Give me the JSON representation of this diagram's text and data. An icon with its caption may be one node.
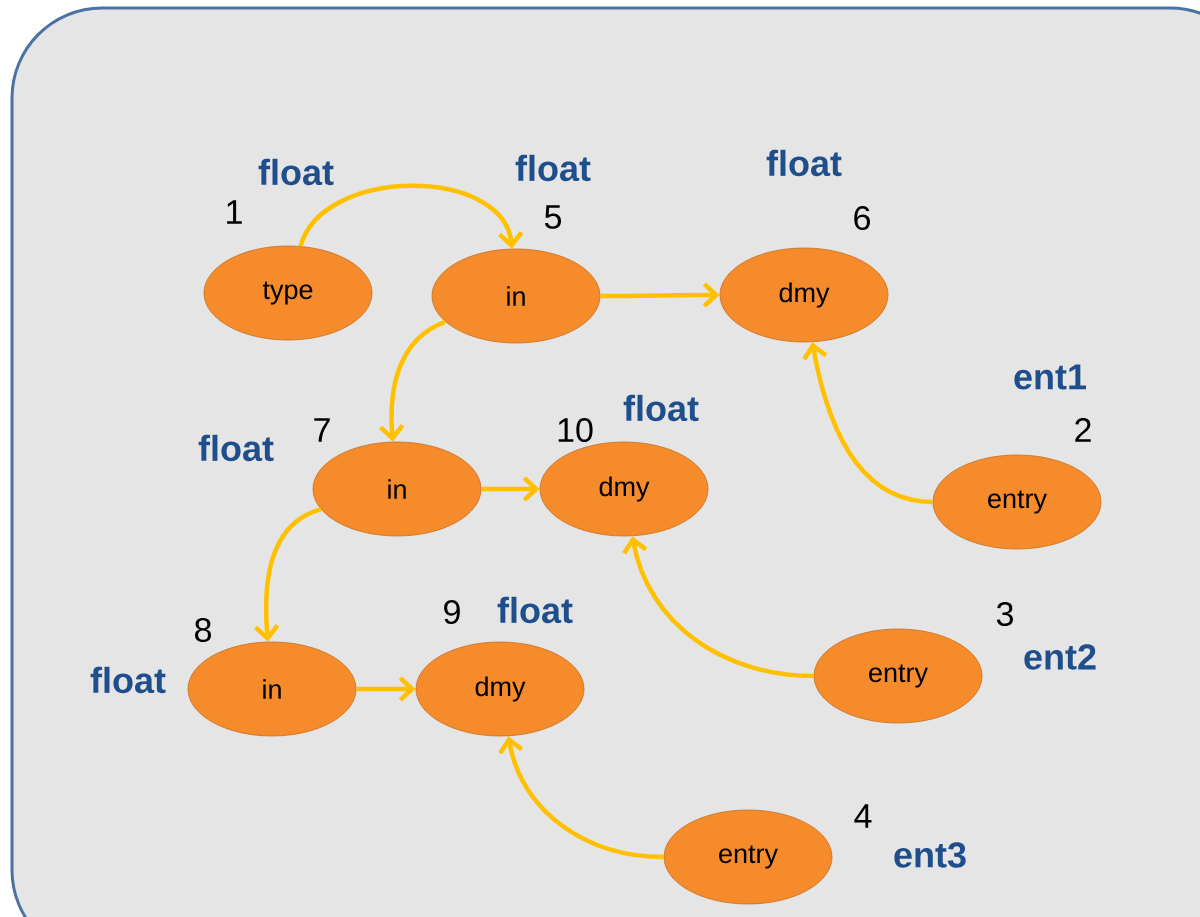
{
  "diagram": {
    "nodes": [
      {
        "text": [
          "type"
        ],
        "beside": [
          "1",
          "float"
        ]
      },
      {
        "text": [
          "in"
        ],
        "beside": [
          "5",
          "float"
        ]
      },
      {
        "text": [
          "dmy"
        ],
        "beside": [
          "6",
          "float"
        ]
      },
      {
        "text": [
          "in"
        ],
        "beside": [
          "7",
          "float"
        ]
      },
      {
        "text": [
          "dmy"
        ],
        "beside": [
          "10",
          "float"
        ]
      },
      {
        "text": [
          "entry"
        ],
        "beside": [
          "2",
          "ent1"
        ]
      },
      {
        "text": [
          "in"
        ],
        "beside": [
          "8",
          "float"
        ]
      },
      {
        "text": [
          "dmy"
        ],
        "beside": [
          "9",
          "float"
        ]
      },
      {
        "text": [
          "entry"
        ],
        "beside": [
          "3",
          "ent2"
        ]
      },
      {
        "text": [
          "entry"
        ],
        "beside": [
          "4",
          "ent3"
        ]
      }
    ],
    "edges": [
      {
        "from": 0,
        "to": 1,
        "arrow": "to"
      },
      {
        "from": 1,
        "to": 2,
        "arrow": "to"
      },
      {
        "from": 1,
        "to": 3,
        "arrow": "to"
      },
      {
        "from": 3,
        "to": 4,
        "arrow": "to"
      },
      {
        "from": 3,
        "to": 6,
        "arrow": "to"
      },
      {
        "from": 6,
        "to": 7,
        "arrow": "to"
      },
      {
        "from": 5,
        "to": 2,
        "arrow": "to"
      },
      {
        "from": 8,
        "to": 4,
        "arrow": "to"
      },
      {
        "from": 9,
        "to": 7,
        "arrow": "to"
      }
    ]
  }
}
